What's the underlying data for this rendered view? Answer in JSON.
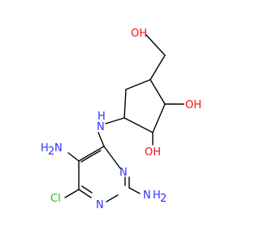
{
  "molecule": {
    "colors": {
      "bond": "#000000",
      "nitrogen": "#3030ff",
      "oxygen": "#ff0d0d",
      "chlorine": "#1fbf1f"
    },
    "labels": {
      "oh_top": "OH",
      "oh_right": "OH",
      "oh_bottom": "OH",
      "nh_linker": "H",
      "nh_linker_n": "N",
      "nh2_left": "H",
      "nh2_left_n": "N",
      "nh2_left_sub": "2",
      "ring_n_top": "N",
      "ring_n_bottom": "N",
      "nh2_right": "H",
      "nh2_right_n": "N",
      "nh2_right_sub": "2",
      "cl": "Cl"
    }
  }
}
